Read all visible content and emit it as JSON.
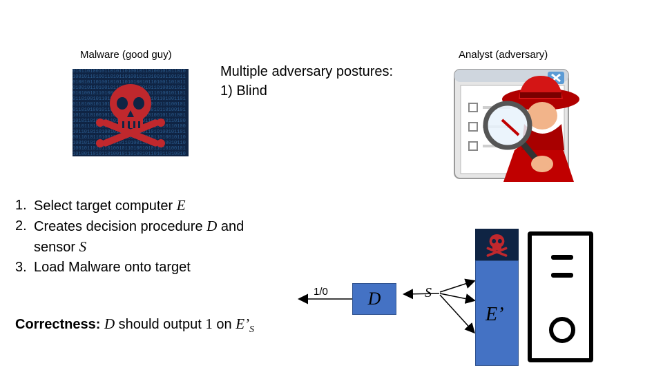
{
  "labels": {
    "malware": "Malware (good guy)",
    "analyst": "Analyst (adversary)"
  },
  "postures": {
    "heading": "Multiple adversary postures:",
    "item1": "1) Blind"
  },
  "steps": [
    {
      "num": "1.",
      "text": "Select target computer ",
      "var": "E"
    },
    {
      "num": "2.",
      "text": "Creates decision procedure ",
      "var": "D",
      "text2": " and",
      "line2": "sensor ",
      "var2": "S"
    },
    {
      "num": "3.",
      "text": "Load Malware onto target"
    }
  ],
  "correctness": {
    "label": "Correctness:",
    "var_d": "D",
    "middle": " should output ",
    "value": "1",
    "on": " on ",
    "var_e": "E’",
    "sub": "S"
  },
  "diagram": {
    "output_label": "1/0",
    "box_d": "D",
    "sensor": "S",
    "box_e": "E’"
  },
  "colors": {
    "box_fill": "#4472c4",
    "skull": "#c0282d",
    "panel": "#0f2444",
    "hat": "#c00000"
  },
  "icons": {
    "malware": "skull-crossbones-icon",
    "analyst": "spy-magnifier-icon",
    "computer": "computer-tower-icon"
  }
}
